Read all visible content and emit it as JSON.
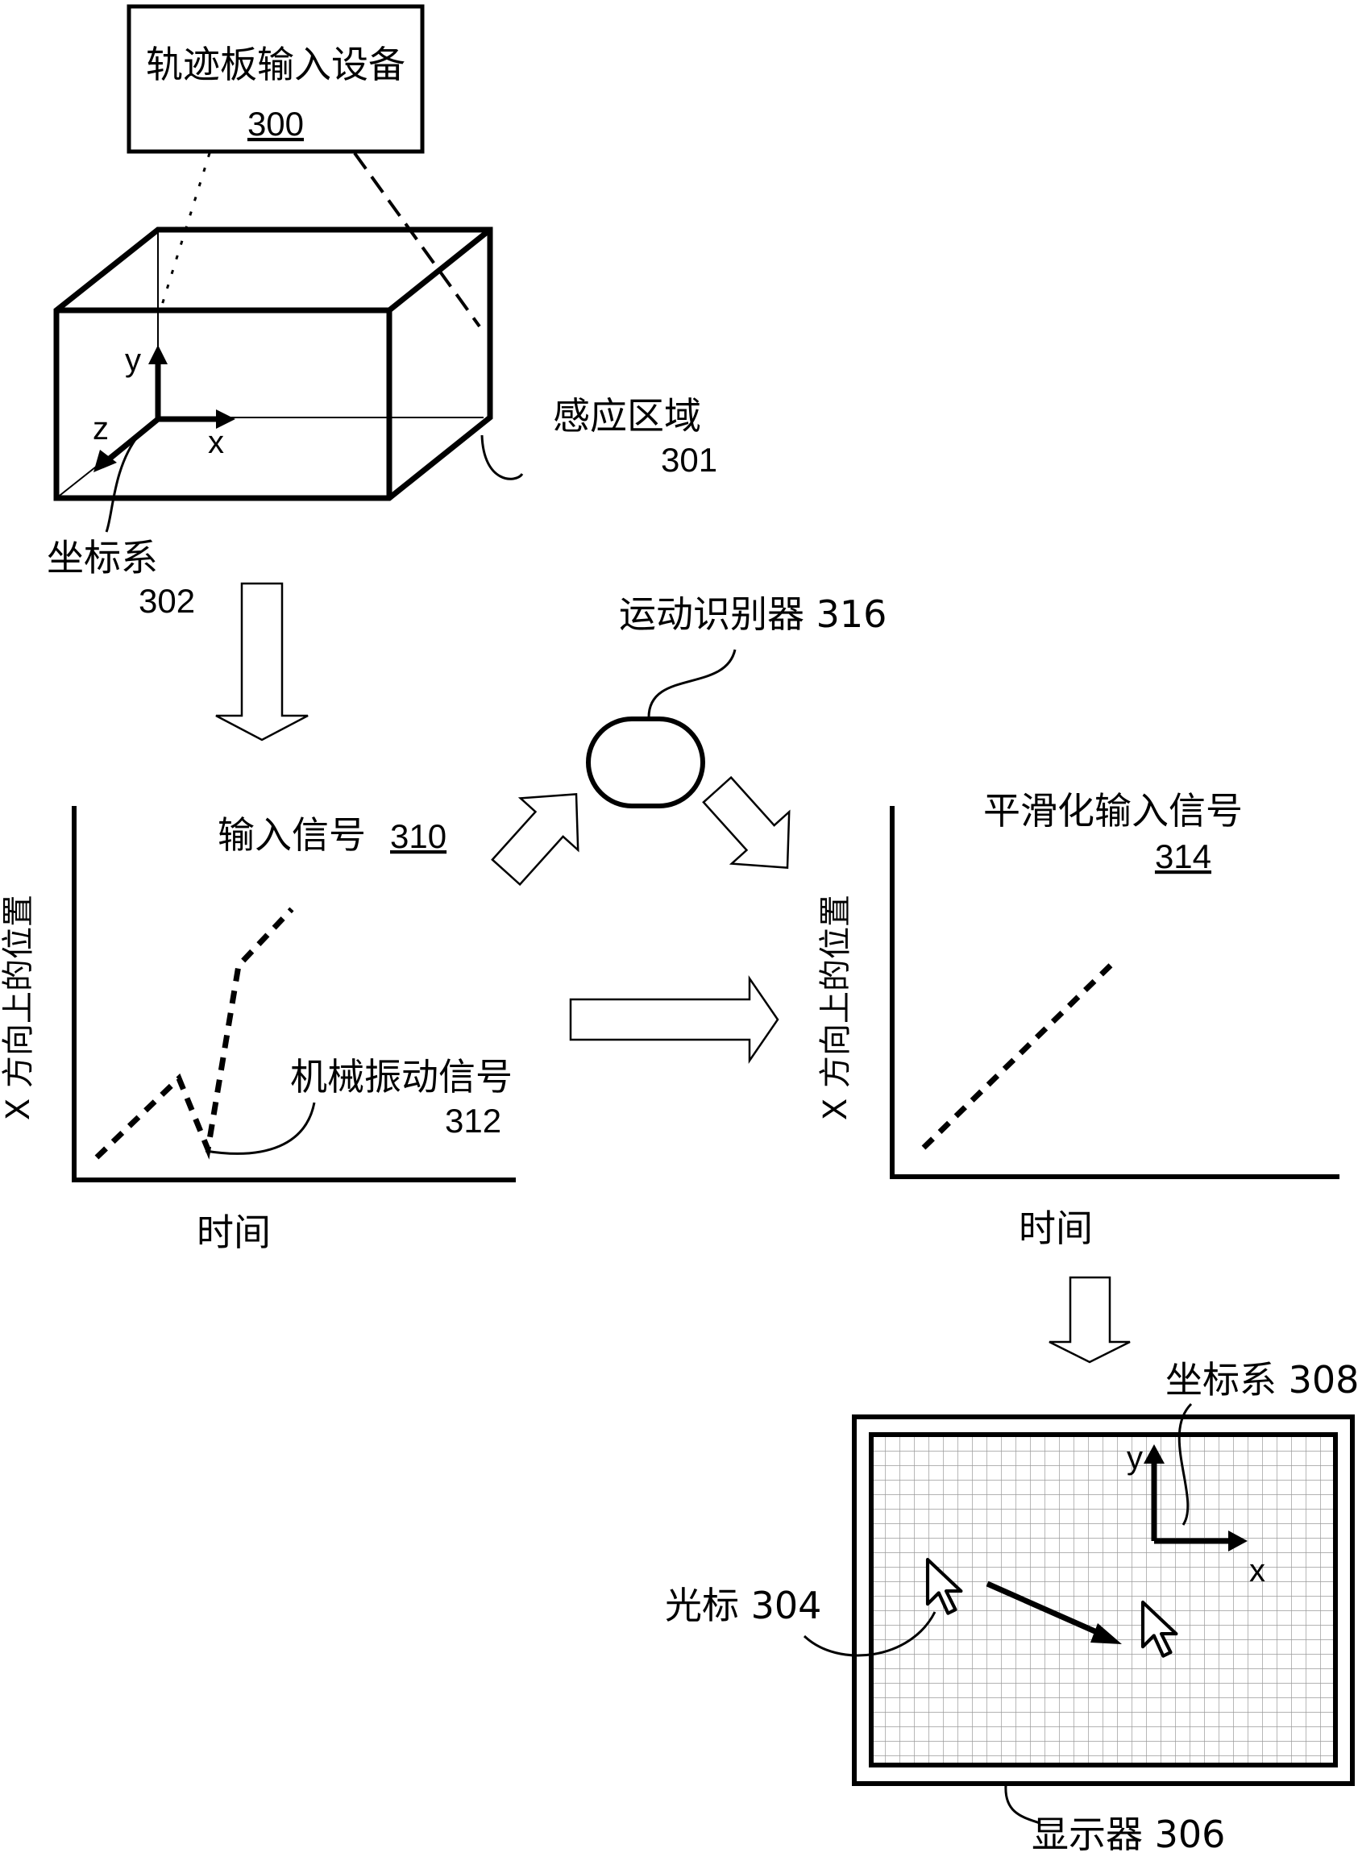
{
  "trackpad_box": {
    "label": "轨迹板输入设备",
    "number": "300"
  },
  "sensing_region": {
    "label": "感应区域",
    "number": "301"
  },
  "coordinate_system_input": {
    "label": "坐标系",
    "number": "302",
    "axis_x": "x",
    "axis_y": "y",
    "axis_z": "z"
  },
  "motion_recognizer": {
    "label": "运动识别器 316"
  },
  "input_signal_chart": {
    "title": "输入信号",
    "number": "310",
    "ylabel": "X 方向上的位置",
    "xlabel": "时间",
    "annotation": {
      "label": "机械振动信号",
      "number": "312"
    }
  },
  "smoothed_signal_chart": {
    "title": "平滑化输入信号",
    "number": "314",
    "ylabel": "X 方向上的位置",
    "xlabel": "时间"
  },
  "display": {
    "label": "显示器 306",
    "cursor_label": "光标 304",
    "coordinate_label": "坐标系 308",
    "axis_x": "x",
    "axis_y": "y"
  }
}
